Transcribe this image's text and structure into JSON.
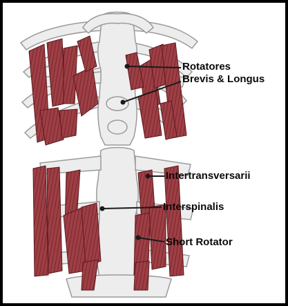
{
  "labels": {
    "rotatores_line1": "Rotatores",
    "rotatores_line2": "Brevis & Longus",
    "intertransversarii": "Intertransversarii",
    "interspinalis": "Interspinalis",
    "short_rotator": "Short Rotator"
  },
  "colors": {
    "border": "#000000",
    "bone": "#ededed",
    "bone_shadow": "#9a9a9a",
    "muscle": "#9e3f45",
    "muscle_stripe": "#6f2228",
    "leader_line": "#1a1a1a"
  }
}
